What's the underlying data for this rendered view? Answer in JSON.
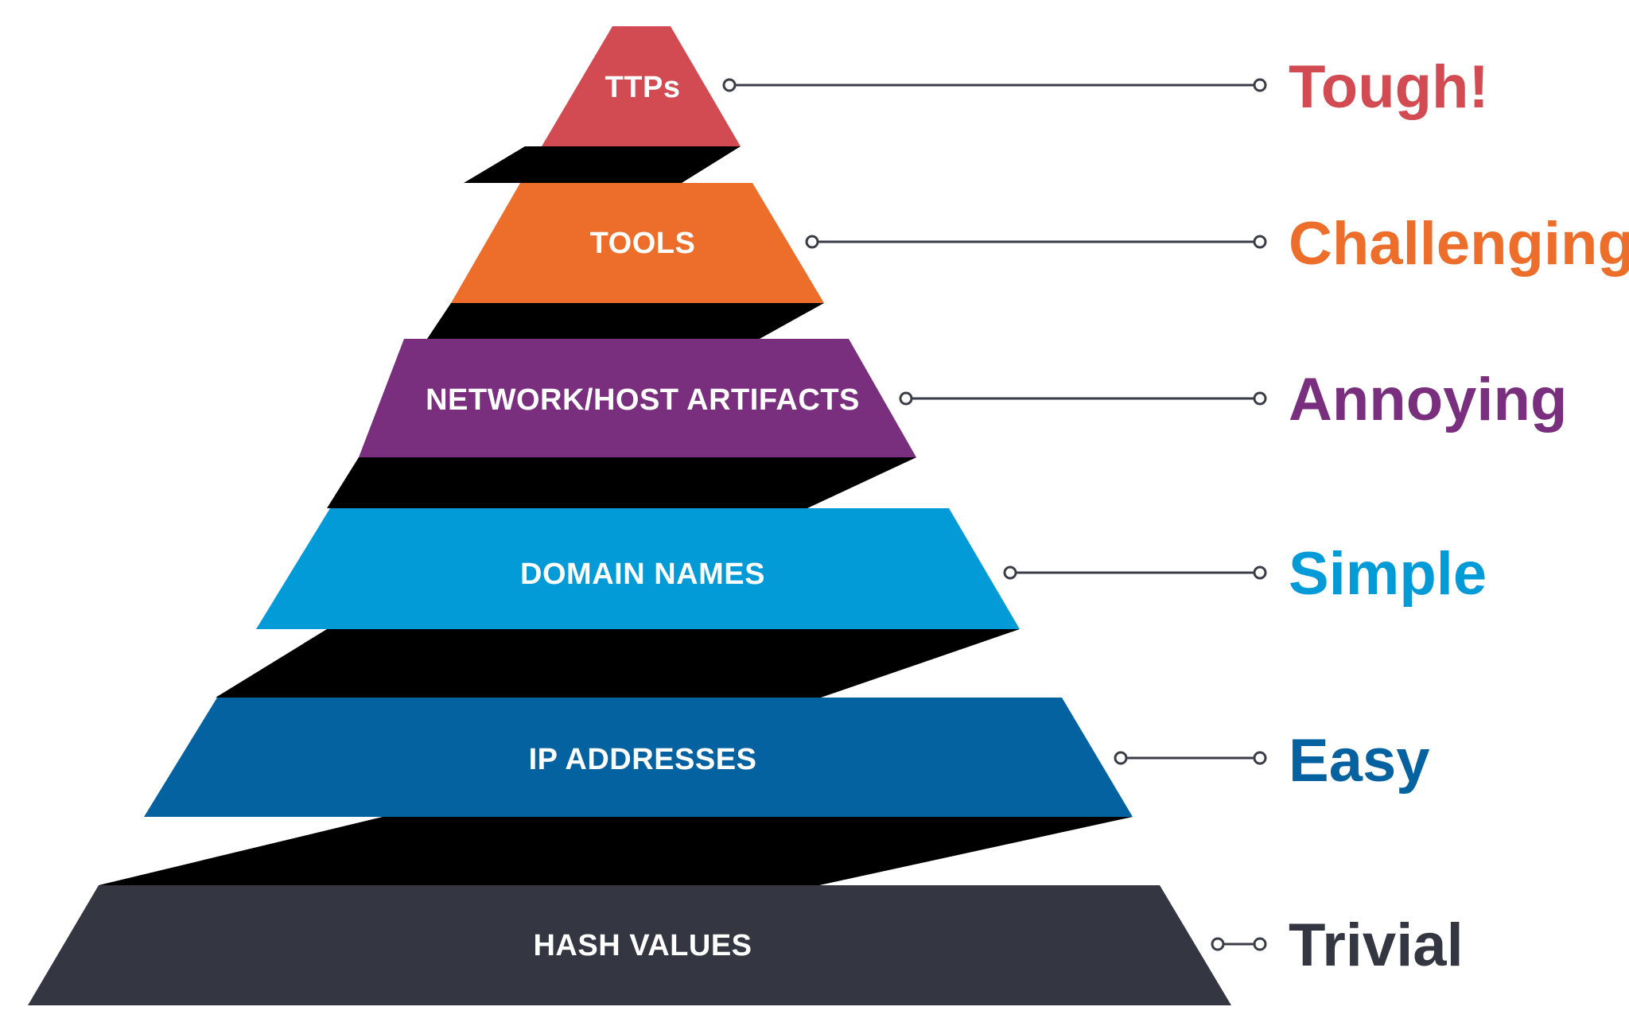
{
  "tiers": [
    {
      "label": "TTPs",
      "difficulty": "Tough!",
      "color": "#d24b52"
    },
    {
      "label": "TOOLS",
      "difficulty": "Challenging",
      "color": "#ec6e2a"
    },
    {
      "label": "NETWORK/HOST ARTIFACTS",
      "difficulty": "Annoying",
      "color": "#7a2e7e"
    },
    {
      "label": "DOMAIN NAMES",
      "difficulty": "Simple",
      "color": "#039ad8"
    },
    {
      "label": "IP ADDRESSES",
      "difficulty": "Easy",
      "color": "#0462a1"
    },
    {
      "label": "HASH VALUES",
      "difficulty": "Trivial",
      "color": "#343641"
    }
  ],
  "shadow_color": "#000000"
}
